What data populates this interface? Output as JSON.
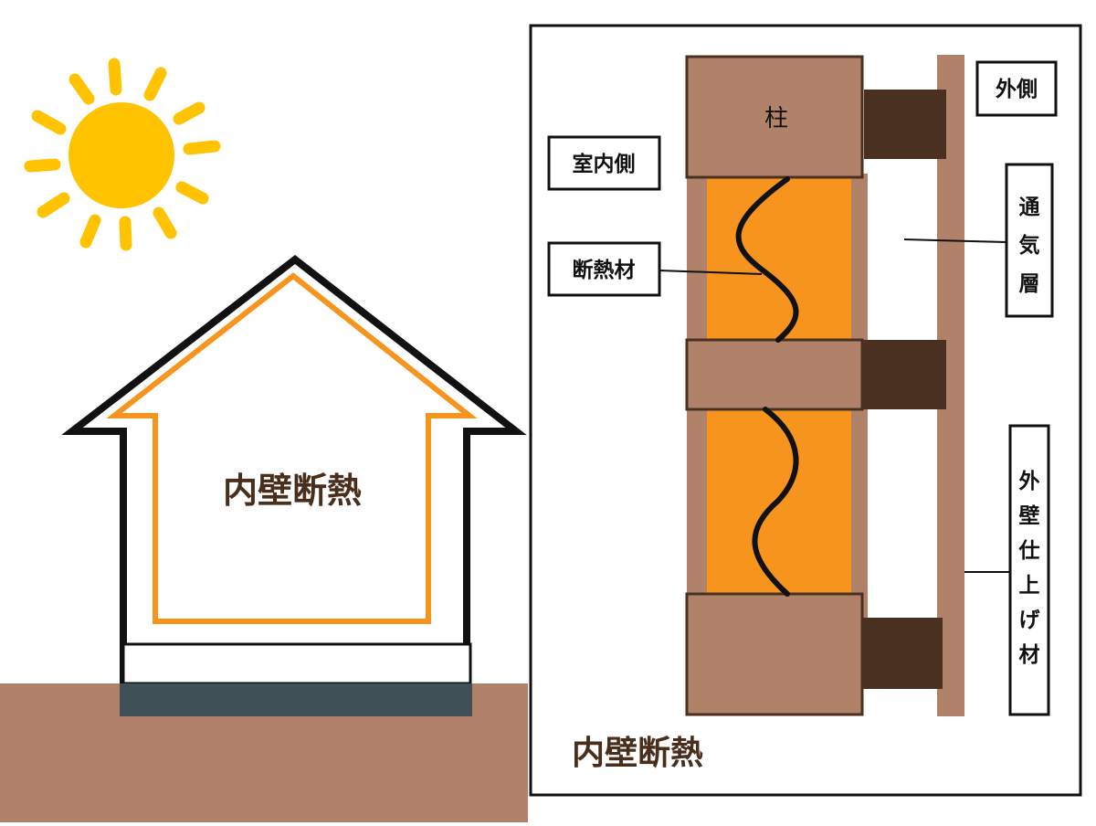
{
  "house": {
    "title": "内壁断熱"
  },
  "wall": {
    "title": "内壁断熱",
    "labels": {
      "interior_side": "室内側",
      "exterior_side": "外側",
      "pillar": "柱",
      "insulation": "断熱材",
      "ventilation_layer": [
        "通",
        "気",
        "層"
      ],
      "exterior_finish": [
        "外",
        "壁",
        "仕",
        "上",
        "げ",
        "材"
      ]
    }
  },
  "colors": {
    "sun": "#FFC300",
    "insulation": "#F7941D",
    "wood": "#B0826A",
    "dark_wood": "#4A3021",
    "ground": "#B0826A",
    "foundation": "#3F5156",
    "outline": "#111111",
    "title_text": "#4A2E1C"
  },
  "icons": [
    "sun-icon",
    "house-icon"
  ]
}
